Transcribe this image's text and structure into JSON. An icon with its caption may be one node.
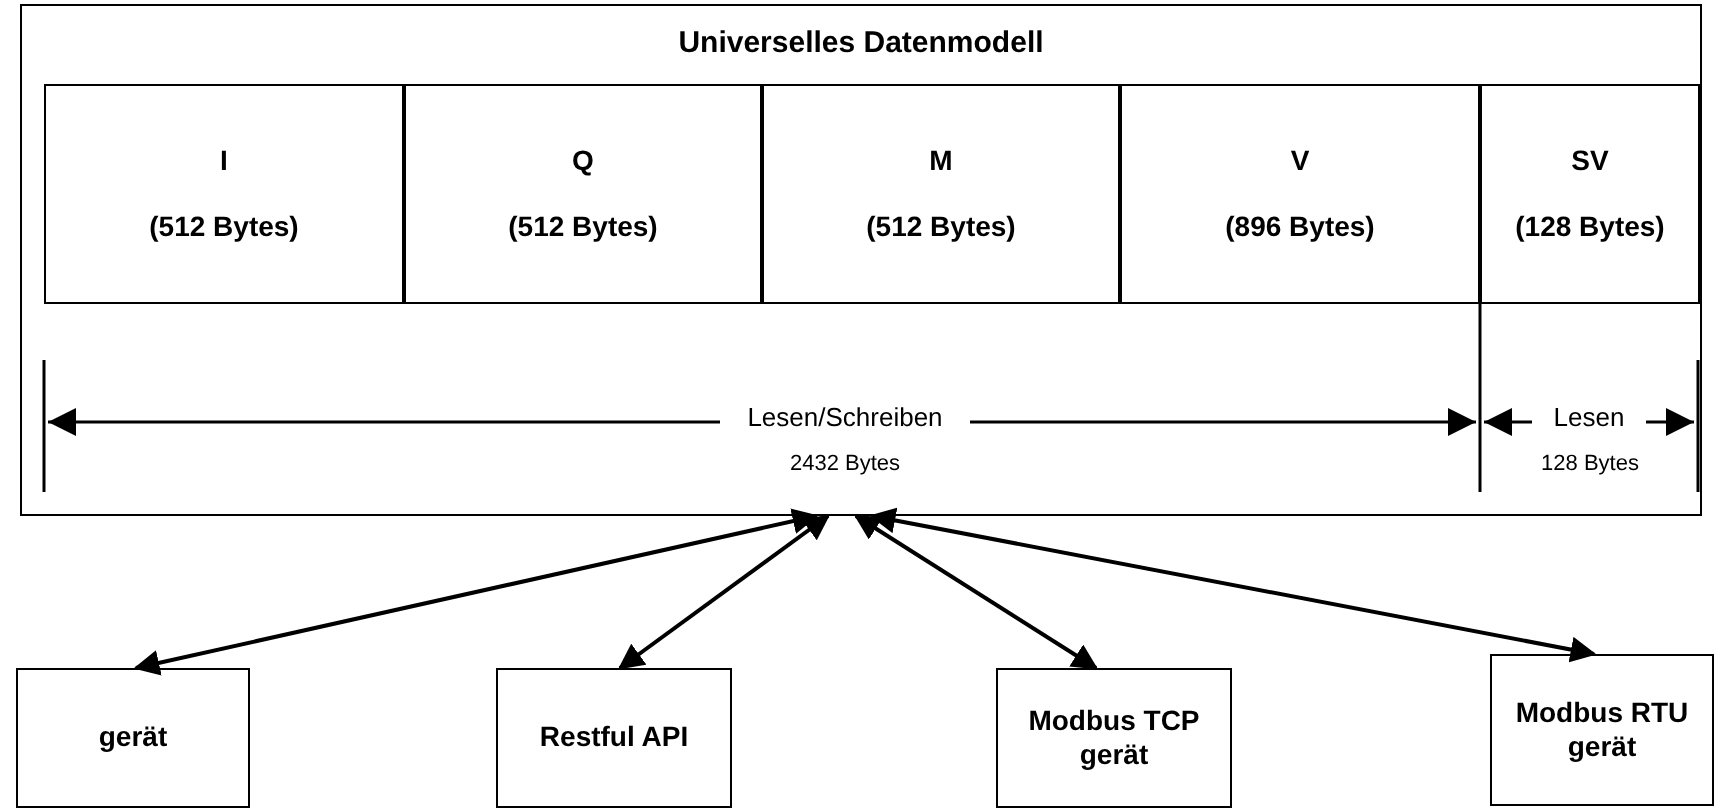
{
  "diagram": {
    "nodes": [
      {
        "text": [
          "Universelles Datenmodell"
        ]
      },
      {
        "text": [
          "I",
          "(512 Bytes)"
        ],
        "in": 0
      },
      {
        "text": [
          "Q",
          "(512 Bytes)"
        ],
        "in": 0
      },
      {
        "text": [
          "M",
          "(512 Bytes)"
        ],
        "in": 0
      },
      {
        "text": [
          "V",
          "(896 Bytes)"
        ],
        "in": 0
      },
      {
        "text": [
          "SV",
          "(128 Bytes)"
        ],
        "in": 0
      },
      {
        "text": [
          "gerät"
        ]
      },
      {
        "text": [
          "Restful API"
        ]
      },
      {
        "text": [
          "Modbus TCP gerät"
        ]
      },
      {
        "text": [
          "Modbus RTU gerät"
        ]
      }
    ],
    "edges": [
      {
        "from": 6,
        "to": 0,
        "arrow": "both"
      },
      {
        "from": 7,
        "to": 0,
        "arrow": "both"
      },
      {
        "from": 8,
        "to": 0,
        "arrow": "both"
      },
      {
        "from": 9,
        "to": 0,
        "arrow": "both"
      }
    ],
    "labels": [
      "Lesen/Schreiben",
      "2432 Bytes",
      "Lesen",
      "128 Bytes"
    ]
  }
}
